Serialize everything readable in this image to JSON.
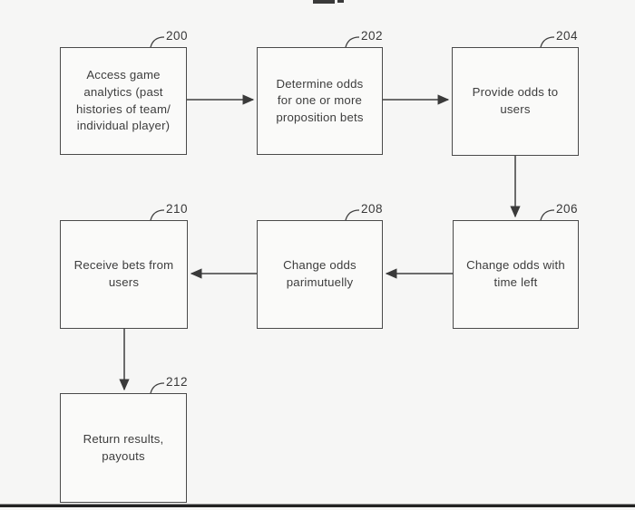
{
  "figure": {
    "kind": "flowchart",
    "description": "Patent-style flow diagram of a game-betting odds process; figure title cropped at top edge",
    "colors": {
      "background": "#f6f6f5",
      "box_fill": "#fafaf9",
      "line": "#3f3f3f",
      "border": "#4a4a4a",
      "text": "#3d3d3d",
      "bottom_bar": "#232323"
    }
  },
  "nodes": [
    {
      "ref": "200",
      "text": "Access game\nanalytics (past\nhistories of team/\nindividual player)"
    },
    {
      "ref": "202",
      "text": "Determine odds\nfor one or more\nproposition bets"
    },
    {
      "ref": "204",
      "text": "Provide odds to\nusers"
    },
    {
      "ref": "206",
      "text": "Change odds with\ntime left"
    },
    {
      "ref": "208",
      "text": "Change odds\nparimutuelly"
    },
    {
      "ref": "210",
      "text": "Receive bets from\nusers"
    },
    {
      "ref": "212",
      "text": "Return results,\npayouts"
    }
  ],
  "edges": [
    {
      "from": "200",
      "to": "202",
      "direction": "right"
    },
    {
      "from": "202",
      "to": "204",
      "direction": "right"
    },
    {
      "from": "204",
      "to": "206",
      "direction": "down"
    },
    {
      "from": "206",
      "to": "208",
      "direction": "left"
    },
    {
      "from": "208",
      "to": "210",
      "direction": "left"
    },
    {
      "from": "210",
      "to": "212",
      "direction": "down"
    }
  ]
}
